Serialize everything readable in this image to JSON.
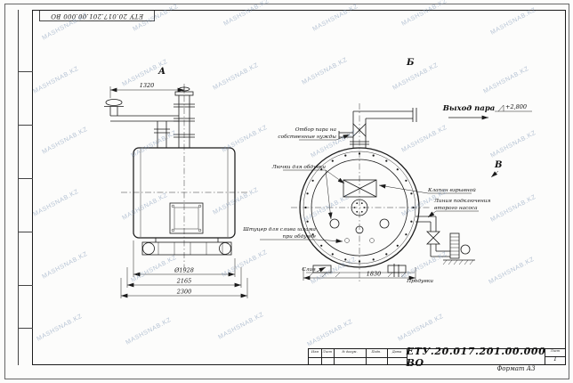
{
  "meta": {
    "watermark": "MASHSNAB.KZ"
  },
  "stamp": {
    "doc_number": "ЕТУ.20.017.201.00.000  ВО",
    "doc_number_inverted": "ЕТУ 20.017.201.00.000  ВО",
    "format": "Формат А3",
    "col_izm": "Изм",
    "col_list": "Лист",
    "col_doc": "№ докум.",
    "col_sign": "Подп.",
    "col_date": "Дата",
    "sheet_label": "Лист",
    "sheet_value": "1"
  },
  "views": {
    "a": "А",
    "b": "Б",
    "v": "В"
  },
  "dims": {
    "d1320": "1320",
    "d1928": "Ø1928",
    "d2165": "2165",
    "d2300": "2300",
    "d1830": "1830",
    "elev": "+2,800"
  },
  "ann": {
    "steam_outlet": "Выход пара",
    "own_needs_1": "Отбор пара на",
    "own_needs_2": "собственные нужды",
    "hatches": "Лючки для обдувки",
    "explosion_valve": "Клапан взрывной",
    "pump_line_1": "Линия подключения",
    "pump_line_2": "второго насоса",
    "sludge_1": "Штуцер для слива шлама",
    "sludge_2": "при обдувке",
    "drain": "Слив",
    "blowdown": "Продувки"
  }
}
